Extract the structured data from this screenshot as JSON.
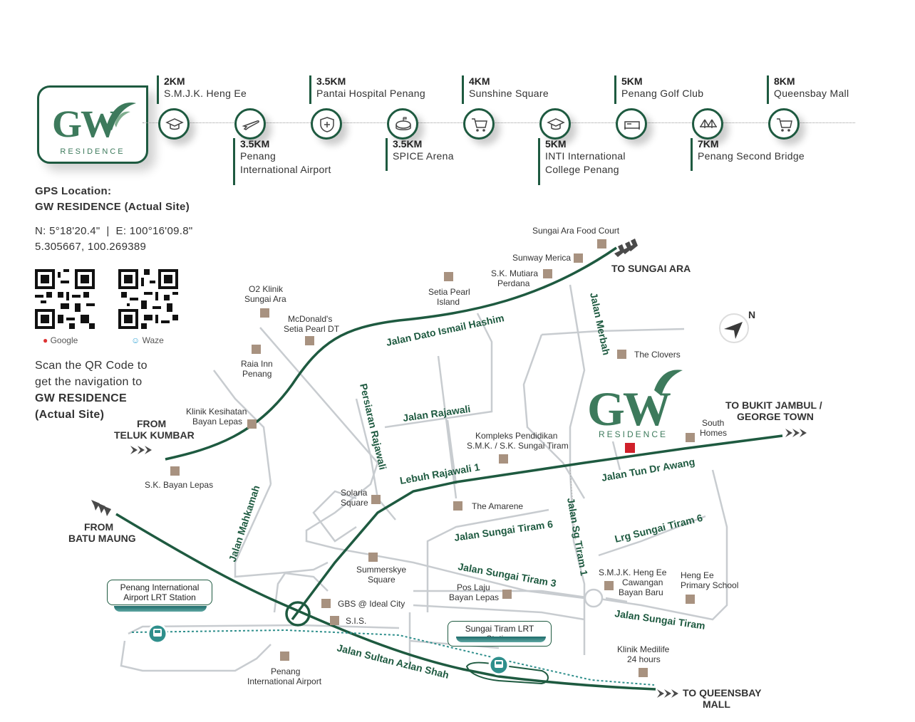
{
  "logo": {
    "brand": "GW",
    "sub": "RESIDENCE"
  },
  "milestones_top": [
    {
      "km": "2KM",
      "name": "S.M.J.K. Heng Ee",
      "icon": "school-icon"
    },
    {
      "km": "3.5KM",
      "name": "Pantai Hospital Penang",
      "icon": "hospital-icon"
    },
    {
      "km": "4KM",
      "name": "Sunshine Square",
      "icon": "cart-icon"
    },
    {
      "km": "5KM",
      "name": "Penang Golf Club",
      "icon": "bed-icon"
    },
    {
      "km": "8KM",
      "name": "Queensbay Mall",
      "icon": "cart-icon"
    }
  ],
  "milestones_bottom": [
    {
      "km": "3.5KM",
      "line1": "Penang",
      "line2": "International Airport",
      "icon": "plane-icon"
    },
    {
      "km": "3.5KM",
      "line1": "SPICE Arena",
      "line2": "",
      "icon": "stadium-icon"
    },
    {
      "km": "5KM",
      "line1": "INTI International",
      "line2": "College Penang",
      "icon": "school-icon"
    },
    {
      "km": "7KM",
      "line1": "Penang Second Bridge",
      "line2": "",
      "icon": "bridge-icon"
    }
  ],
  "gps": {
    "heading": "GPS Location:",
    "site": "GW RESIDENCE (Actual Site)",
    "dms": "N: 5°18'20.4\"  |  E: 100°16'09.8\"",
    "decimal": "5.305667, 100.269389"
  },
  "qr": {
    "google": "Google",
    "waze": "Waze"
  },
  "scan": {
    "line1": "Scan the QR Code to",
    "line2": "get the navigation to",
    "line3": "GW RESIDENCE",
    "line4": "(Actual Site)"
  },
  "compass": "N",
  "roads": {
    "dato_ismail": "Jalan Dato Ismail Hashim",
    "persiaran_rajawali": "Persiaran Rajawali",
    "jalan_rajawali": "Jalan Rajawali",
    "lebuh_rajawali": "Lebuh Rajawali 1",
    "mahkamah": "Jalan Mahkamah",
    "merbah": "Jalan Merbah",
    "tun_dr_awang": "Jalan Tun Dr Awang",
    "sungai_tiram_6": "Jalan Sungai Tiram 6",
    "lrg_sungai_tiram_6": "Lrg Sungai Tiram 6",
    "sg_tiram_1": "Jalan Sg Tiram 1",
    "sungai_tiram_3": "Jalan Sungai Tiram 3",
    "sungai_tiram": "Jalan Sungai Tiram",
    "sultan_azlan": "Jalan Sultan Azlan Shah"
  },
  "directions": {
    "sungai_ara": "TO SUNGAI ARA",
    "bukit_jambul_1": "TO BUKIT JAMBUL /",
    "bukit_jambul_2": "GEORGE TOWN",
    "teluk_1": "FROM",
    "teluk_2": "TELUK KUMBAR",
    "batu_1": "FROM",
    "batu_2": "BATU MAUNG",
    "queensbay_1": "TO QUEENSBAY",
    "queensbay_2": "MALL"
  },
  "places": {
    "food_court": "Sungai Ara Food Court",
    "sunway": "Sunway Merica",
    "mutiara_1": "S.K. Mutiara",
    "mutiara_2": "Perdana",
    "setia_1": "Setia Pearl",
    "setia_2": "Island",
    "o2_1": "O2 Klinik",
    "o2_2": "Sungai Ara",
    "mcd_1": "McDonald's",
    "mcd_2": "Setia Pearl DT",
    "raia_1": "Raia Inn",
    "raia_2": "Penang",
    "clovers": "The Clovers",
    "klinik_kes_1": "Klinik Kesihatan",
    "klinik_kes_2": "Bayan Lepas",
    "sk_bayan": "S.K. Bayan Lepas",
    "kompleks_1": "Kompleks Pendidikan",
    "kompleks_2": "S.M.K. / S.K. Sungai Tiram",
    "south_1": "South",
    "south_2": "Homes",
    "solaria_1": "Solaria",
    "solaria_2": "Square",
    "amarene": "The Amarene",
    "summer_1": "Summerskye",
    "summer_2": "Square",
    "posl_1": "Pos Laju",
    "posl_2": "Bayan Lepas",
    "hengee_c_1": "S.M.J.K. Heng Ee",
    "hengee_c_2": "Cawangan",
    "hengee_c_3": "Bayan Baru",
    "hengee_p_1": "Heng Ee",
    "hengee_p_2": "Primary School",
    "gbs": "GBS @ Ideal City",
    "sis": "S.I.S.",
    "medilife_1": "Klinik Medilife",
    "medilife_2": "24 hours",
    "airport_1": "Penang",
    "airport_2": "International Airport"
  },
  "stations": {
    "airport_1": "Penang International",
    "airport_2": "Airport LRT Station",
    "tiram": "Sungai Tiram LRT Station"
  },
  "colors": {
    "brand": "#1e5a40",
    "marker": "#a89280",
    "site": "#d0202a",
    "road": "#c8ccd0",
    "lrt": "#2f8f8c"
  }
}
